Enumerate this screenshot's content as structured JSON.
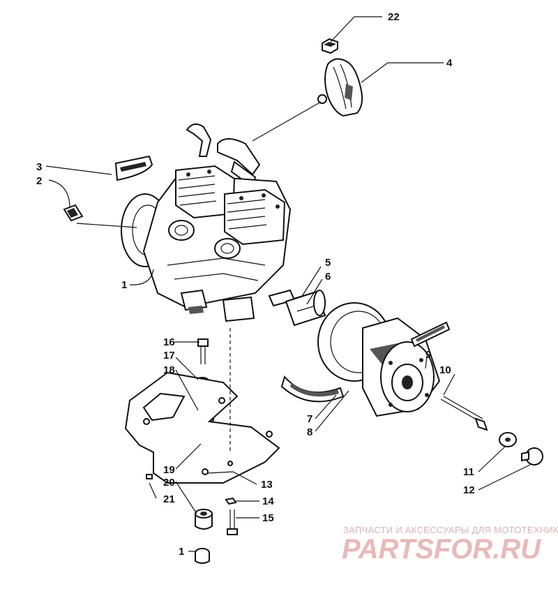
{
  "callouts": [
    {
      "id": "c22",
      "label": "22"
    },
    {
      "id": "c4",
      "label": "4"
    },
    {
      "id": "c3",
      "label": "3"
    },
    {
      "id": "c2",
      "label": "2"
    },
    {
      "id": "c1a",
      "label": "1"
    },
    {
      "id": "c5",
      "label": "5"
    },
    {
      "id": "c6",
      "label": "6"
    },
    {
      "id": "c16",
      "label": "16"
    },
    {
      "id": "c17",
      "label": "17"
    },
    {
      "id": "c18",
      "label": "18"
    },
    {
      "id": "c9",
      "label": "9"
    },
    {
      "id": "c10",
      "label": "10"
    },
    {
      "id": "c7",
      "label": "7"
    },
    {
      "id": "c8",
      "label": "8"
    },
    {
      "id": "c19",
      "label": "19"
    },
    {
      "id": "c11",
      "label": "11"
    },
    {
      "id": "c12",
      "label": "12"
    },
    {
      "id": "c20",
      "label": "20"
    },
    {
      "id": "c13",
      "label": "13"
    },
    {
      "id": "c21",
      "label": "21"
    },
    {
      "id": "c14",
      "label": "14"
    },
    {
      "id": "c15",
      "label": "15"
    },
    {
      "id": "c1b",
      "label": "1"
    }
  ],
  "watermark": {
    "tagline": "ЗАПЧАСТИ И АКСЕССУАРЫ ДЛЯ МОТОТЕХНИКИ",
    "logo": "PARTSFOR.RU"
  },
  "colors": {
    "ink": "#111111",
    "watermark": "#e8b9b9"
  }
}
